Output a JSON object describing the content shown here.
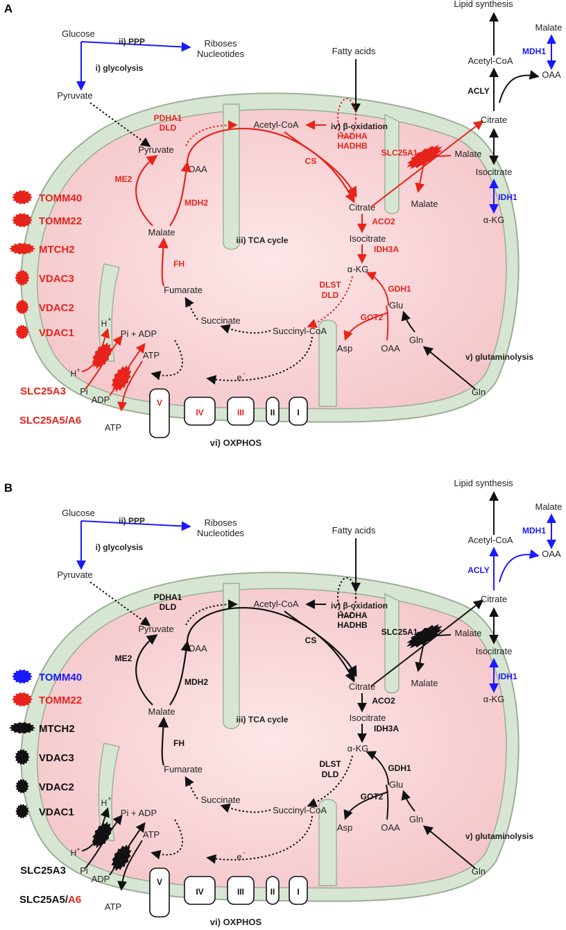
{
  "colors": {
    "red": "#e8231b",
    "blue": "#1a1aff",
    "black": "#111111",
    "membrane": "#d7e5d3",
    "membrane_edge": "#9aae96",
    "matrix": "#f8d7da"
  },
  "panels": [
    {
      "label": "A",
      "pathways": {
        "glycolysis": "i) glycolysis",
        "ppp": "ii) PPP",
        "tca": "iii) TCA cycle",
        "beta_ox": "iv) β-oxidation",
        "glutaminolysis": "v) glutaminolysis",
        "oxphos": "vi) OXPHOS"
      },
      "metabolites": {
        "glucose": "Glucose",
        "riboses": "Riboses",
        "nucleotides": "Nucleotides",
        "pyruvate_cyto": "Pyruvate",
        "fatty_acids": "Fatty acids",
        "lipid_synthesis": "Lipid synthesis",
        "acetyl_coa_cyto": "Acetyl-CoA",
        "malate_cyto_top": "Malate",
        "oaa_cyto": "OAA",
        "citrate_cyto": "Citrate",
        "malate_cyto": "Malate",
        "isocitrate_cyto": "Isocitrate",
        "akg_cyto": "α-KG",
        "acetyl_coa": "Acetyl-CoA",
        "pyruvate": "Pyruvate",
        "oaa": "OAA",
        "citrate": "Citrate",
        "malate_out": "Malate",
        "isocitrate": "Isocitrate",
        "malate": "Malate",
        "akg": "α-KG",
        "glu": "Glu",
        "fumarate": "Fumarate",
        "succinate": "Succinate",
        "succinyl_coa": "Succinyl-CoA",
        "asp": "Asp",
        "oaa2": "OAA",
        "gln": "Gln",
        "gln_out": "Gln",
        "h_in": "H",
        "pi_adp": "Pi  +  ADP",
        "atp_in": "ATP",
        "h_out": "H",
        "pi_out": "Pi",
        "adp_out": "ADP",
        "atp_out": "ATP",
        "e": "e",
        "plus": "+",
        "minus": "-"
      },
      "enzymes": {
        "pdha1": "PDHA1",
        "dld1": "DLD",
        "hadha": "HADHA",
        "hadhb": "HADHB",
        "acly": "ACLY",
        "mdh1": "MDH1",
        "idh1": "IDH1",
        "slc25a1": "SLC25A1",
        "cs": "CS",
        "me2": "ME2",
        "mdh2": "MDH2",
        "aco2": "ACO2",
        "idh3a": "IDH3A",
        "fh": "FH",
        "dlst": "DLST",
        "dld2": "DLD",
        "gdh1": "GDH1",
        "got2": "GOT2",
        "slc25a3": "SLC25A3",
        "slc25a5": "SLC25A5/",
        "a6": "A6"
      },
      "complexes": [
        "V",
        "IV",
        "III",
        "II",
        "I"
      ],
      "proteins": [
        "TOMM40",
        "TOMM22",
        "MTCH2",
        "VDAC3",
        "VDAC2",
        "VDAC1"
      ]
    },
    {
      "label": "B",
      "pathways": {
        "glycolysis": "i) glycolysis",
        "ppp": "ii) PPP",
        "tca": "iii) TCA cycle",
        "beta_ox": "iv) β-oxidation",
        "glutaminolysis": "v) glutaminolysis",
        "oxphos": "vi) OXPHOS"
      },
      "metabolites": {
        "glucose": "Glucose",
        "riboses": "Riboses",
        "nucleotides": "Nucleotides",
        "pyruvate_cyto": "Pyruvate",
        "fatty_acids": "Fatty acids",
        "lipid_synthesis": "Lipid synthesis",
        "acetyl_coa_cyto": "Acetyl-CoA",
        "malate_cyto_top": "Malate",
        "oaa_cyto": "OAA",
        "citrate_cyto": "Citrate",
        "malate_cyto": "Malate",
        "isocitrate_cyto": "Isocitrate",
        "akg_cyto": "α-KG",
        "acetyl_coa": "Acetyl-CoA",
        "pyruvate": "Pyruvate",
        "oaa": "OAA",
        "citrate": "Citrate",
        "malate_out": "Malate",
        "isocitrate": "Isocitrate",
        "malate": "Malate",
        "akg": "α-KG",
        "glu": "Glu",
        "fumarate": "Fumarate",
        "succinate": "Succinate",
        "succinyl_coa": "Succinyl-CoA",
        "asp": "Asp",
        "oaa2": "OAA",
        "gln": "Gln",
        "gln_out": "Gln",
        "h_in": "H",
        "pi_adp": "Pi  +  ADP",
        "atp_in": "ATP",
        "h_out": "H",
        "pi_out": "Pi",
        "adp_out": "ADP",
        "atp_out": "ATP",
        "e": "e",
        "plus": "+",
        "minus": "-"
      },
      "enzymes": {
        "pdha1": "PDHA1",
        "dld1": "DLD",
        "hadha": "HADHA",
        "hadhb": "HADHB",
        "acly": "ACLY",
        "mdh1": "MDH1",
        "idh1": "IDH1",
        "slc25a1": "SLC25A1",
        "cs": "CS",
        "me2": "ME2",
        "mdh2": "MDH2",
        "aco2": "ACO2",
        "idh3a": "IDH3A",
        "fh": "FH",
        "dlst": "DLST",
        "dld2": "DLD",
        "gdh1": "GDH1",
        "got2": "GOT2",
        "slc25a3": "SLC25A3",
        "slc25a5": "SLC25A5/",
        "a6": "A6"
      },
      "complexes": [
        "V",
        "IV",
        "III",
        "II",
        "I"
      ],
      "proteins": [
        "TOMM40",
        "TOMM22",
        "MTCH2",
        "VDAC3",
        "VDAC2",
        "VDAC1"
      ]
    }
  ]
}
